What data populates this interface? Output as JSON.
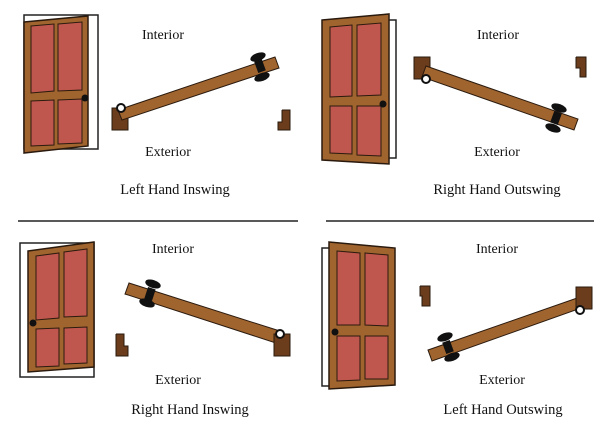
{
  "colors": {
    "door_frame": "#a0642e",
    "door_panel": "#c0574e",
    "outline": "#2a1a0e",
    "hinge": "#111111",
    "jamb": "#6b3d1c",
    "rule": "#222222"
  },
  "panels": [
    {
      "interior": "Interior",
      "exterior": "Exterior",
      "caption": "Left Hand Inswing"
    },
    {
      "interior": "Interior",
      "exterior": "Exterior",
      "caption": "Right Hand Outswing"
    },
    {
      "interior": "Interior",
      "exterior": "Exterior",
      "caption": "Right Hand Inswing"
    },
    {
      "interior": "Interior",
      "exterior": "Exterior",
      "caption": "Left Hand Outswing"
    }
  ]
}
